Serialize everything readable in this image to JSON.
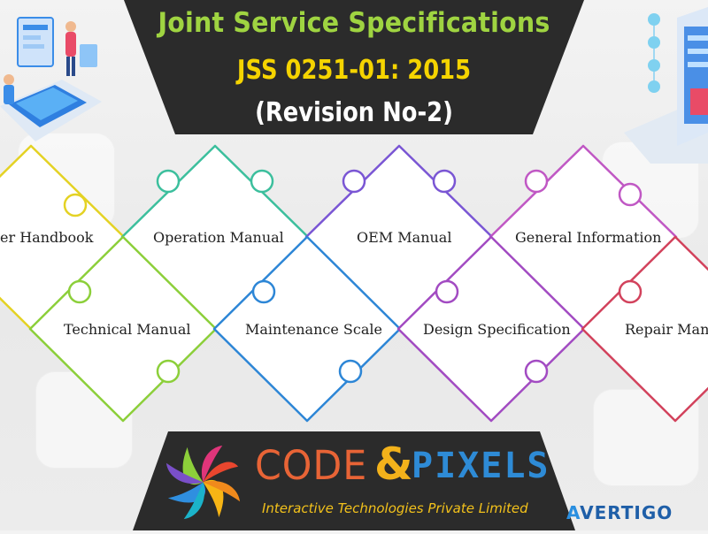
{
  "header": {
    "title": "Joint Service Specifications",
    "code": "JSS 0251-01: 2015",
    "revision": "(Revision No-2)"
  },
  "puzzle": {
    "pieces": [
      {
        "label": "er Handbook",
        "color": "#e4d224"
      },
      {
        "label": "Operation Manual",
        "color": "#3cbf9d"
      },
      {
        "label": "OEM Manual",
        "color": "#7a56d4"
      },
      {
        "label": "General Information",
        "color": "#c058c4"
      },
      {
        "label": "Technical Manual",
        "color": "#8ccf3a"
      },
      {
        "label": "Maintenance Scale",
        "color": "#2d86d6"
      },
      {
        "label": "Design Specification",
        "color": "#a24bc2"
      },
      {
        "label": "Repair Manu",
        "color": "#d2425c"
      }
    ]
  },
  "footer": {
    "brand_left": "CODE",
    "brand_amp": "&",
    "brand_right": "PIXELS",
    "tagline": "Interactive Technologies Private Limited"
  },
  "watermark": {
    "first": "A",
    "rest": "VERTIGO"
  },
  "colors": {
    "banner": "#2b2b2b",
    "title": "#9fd441",
    "code": "#f5d400",
    "brand_orange": "#e86436",
    "brand_blue": "#2e8bd6"
  }
}
